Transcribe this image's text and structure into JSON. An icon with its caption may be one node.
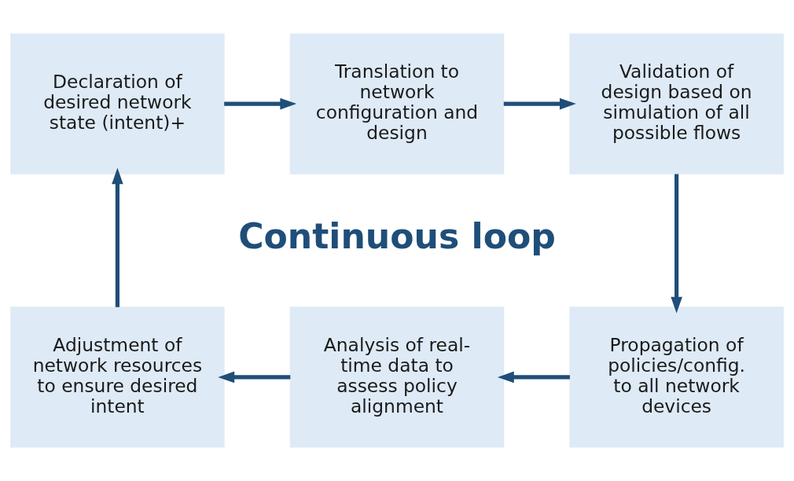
{
  "diagram": {
    "nodes": [
      {
        "text": [
          "Declaration of desired network state (intent)+"
        ]
      },
      {
        "text": [
          "Translation to network configuration and design"
        ]
      },
      {
        "text": [
          "Validation of design based on simulation of all possible flows"
        ]
      },
      {
        "text": [
          "Adjustment of network resources to ensure desired intent"
        ]
      },
      {
        "text": [
          "Analysis of real-time data to assess policy alignment"
        ]
      },
      {
        "text": [
          "Propagation of policies/config. to all network devices"
        ]
      }
    ],
    "edges": [
      {
        "from": 0,
        "to": 1,
        "arrow": "to"
      },
      {
        "from": 1,
        "to": 2,
        "arrow": "to"
      },
      {
        "from": 2,
        "to": 5,
        "arrow": "to"
      },
      {
        "from": 5,
        "to": 4,
        "arrow": "to"
      },
      {
        "from": 4,
        "to": 3,
        "arrow": "to"
      },
      {
        "from": 3,
        "to": 0,
        "arrow": "to"
      }
    ],
    "labels": [
      "Continuous loop"
    ]
  }
}
